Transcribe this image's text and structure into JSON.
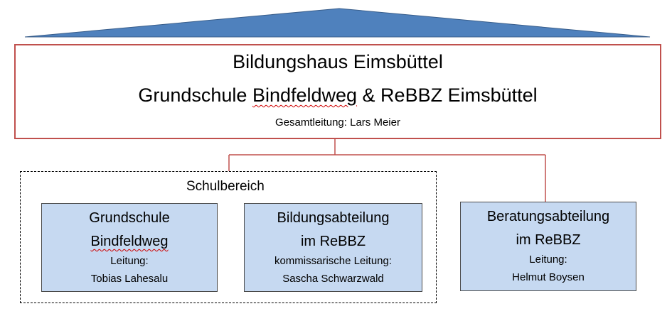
{
  "header": {
    "title": "Bildungshaus Eimsbüttel",
    "subtitle_a": "Grundschule ",
    "subtitle_b": "Bindfeldweg",
    "subtitle_c": " & ReBBZ Eimsbüttel",
    "lead": "Gesamtleitung: Lars Meier"
  },
  "school_area": {
    "label": "Schulbereich"
  },
  "departments": [
    {
      "line1": "Grundschule",
      "line2": "Bindfeldweg",
      "line3": "Leitung:",
      "line4": "Tobias Lahesalu"
    },
    {
      "line1": "Bildungsabteilung",
      "line2": "im ReBBZ",
      "line3": "kommissarische Leitung:",
      "line4": "Sascha Schwarzwald"
    },
    {
      "line1": "Beratungsabteilung",
      "line2": "im ReBBZ",
      "line3": "Leitung:",
      "line4": "Helmut Boysen"
    }
  ],
  "colors": {
    "roof": "#4f81bd",
    "main_border": "#c0504d",
    "connector": "#c0504d",
    "dept_fill": "#c6d9f1"
  }
}
